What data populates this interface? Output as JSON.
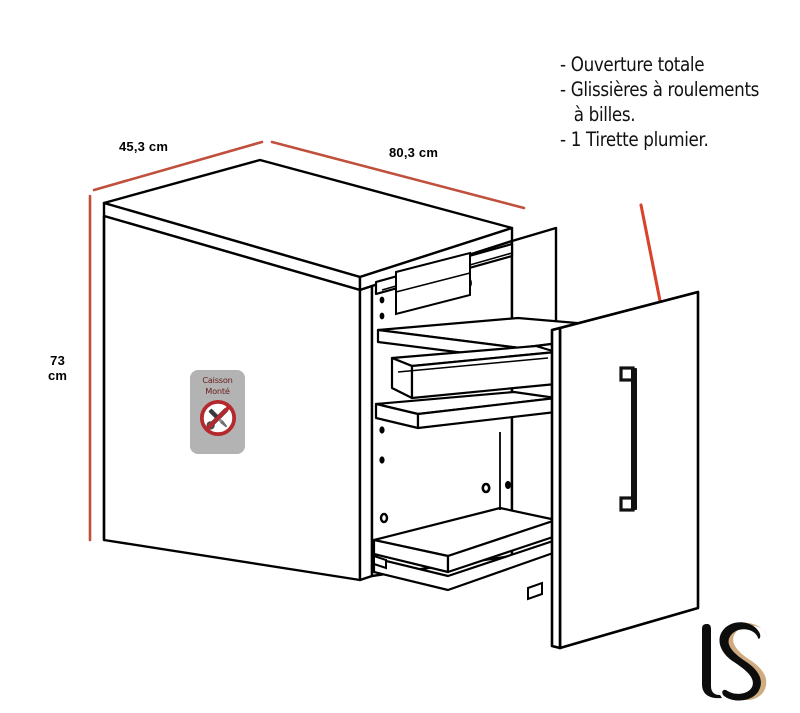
{
  "product": {
    "type": "office-cabinet-technical-illustration",
    "description": "Caisson de bureau avec porte ouverte et tirette plumier"
  },
  "dimensions": {
    "depth": "45,3 cm",
    "width": "80,3 cm",
    "height_value": "73",
    "height_unit": "cm",
    "line_color": "#c0503c"
  },
  "features": [
    {
      "bullet": "-",
      "text": "Ouverture totale",
      "indent": false
    },
    {
      "bullet": "-",
      "text": "Glissières à roulements",
      "indent": false
    },
    {
      "bullet": "",
      "text": "à billes.",
      "indent": true
    },
    {
      "bullet": "-",
      "text": "1 Tirette plumier.",
      "indent": false
    }
  ],
  "badge": {
    "line1": "Caisson",
    "line2": "Monté",
    "icon": "no-tools-icon",
    "background_color": "#b3b3b3",
    "text_color": "#6b2020",
    "prohibition_color": "#b5282d"
  },
  "logo": {
    "letters": "LS",
    "primary_color": "#0d0d0d",
    "accent_color": "#cfab7f"
  },
  "callout": {
    "arrow": "red-arrow-to-door",
    "color": "#d9422b"
  },
  "colors": {
    "outline": "#000000",
    "panel_fill": "#ffffff",
    "dimension_red": "#c0503c",
    "arrow_red": "#d9422b"
  }
}
